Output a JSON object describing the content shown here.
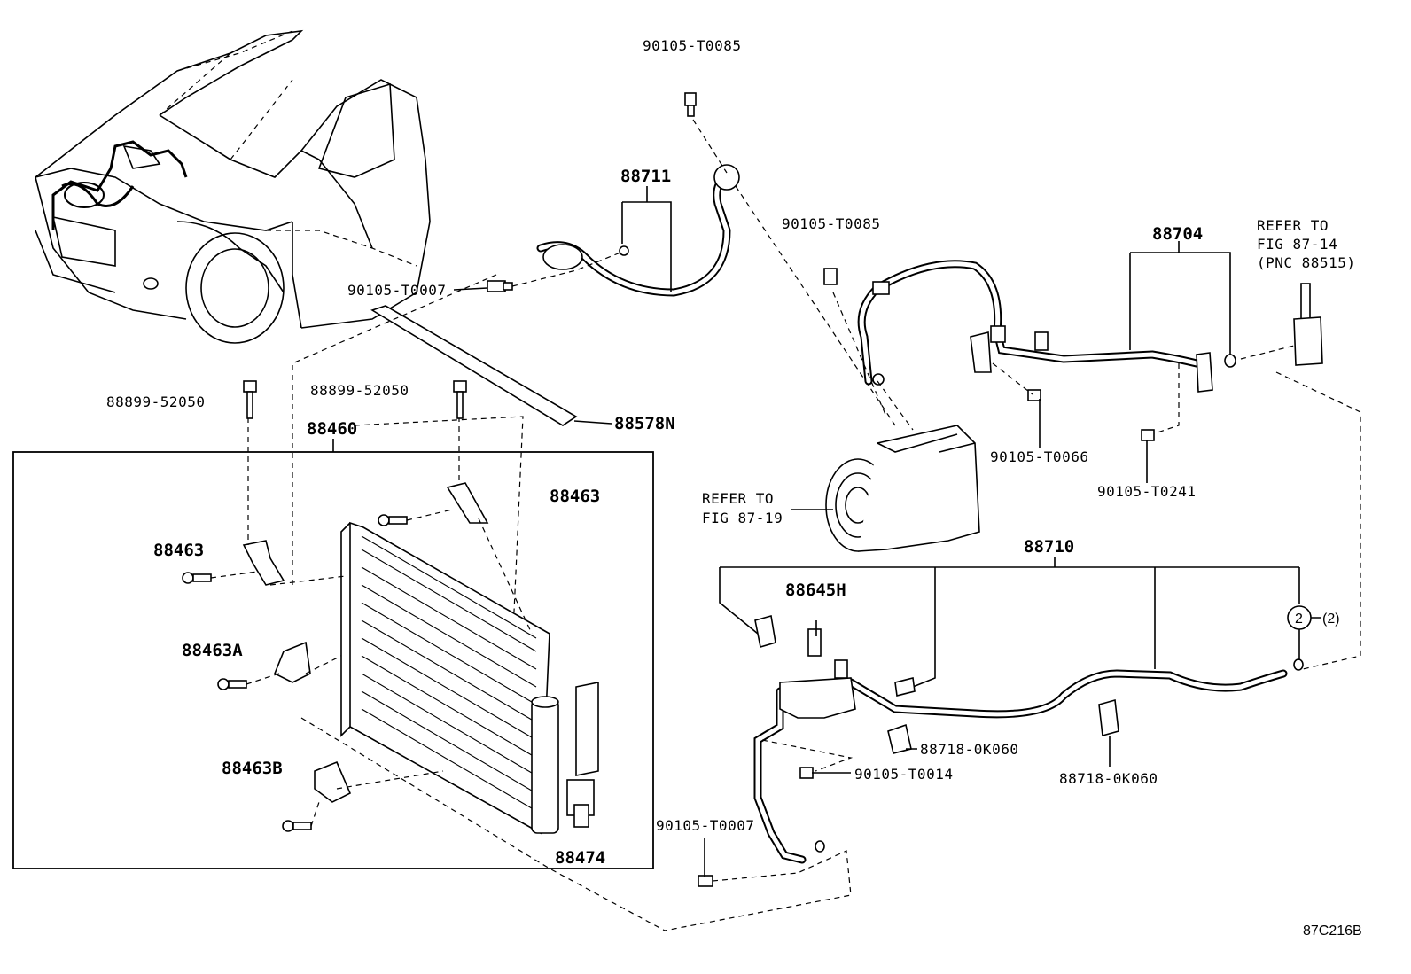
{
  "diagram_code": "87C216B",
  "labels": {
    "p90105_T0085_top": "90105-T0085",
    "p88711": "88711",
    "p90105_T0007_top": "90105-T0007",
    "p88899_52050_left": "88899-52050",
    "p88899_52050_mid": "88899-52050",
    "p88578N": "88578N",
    "p88460": "88460",
    "p88463_right": "88463",
    "p88463_left": "88463",
    "p88463A": "88463A",
    "p88463B": "88463B",
    "p88474": "88474",
    "p90105_T0085_mid": "90105-T0085",
    "p88704": "88704",
    "refer_to_1": "REFER TO",
    "fig_87_14": "FIG 87-14",
    "pnc_88515": "(PNC 88515)",
    "p90105_T0066": "90105-T0066",
    "p90105_T0241": "90105-T0241",
    "refer_to_2": "REFER TO",
    "fig_87_19": "FIG 87-19",
    "p88710": "88710",
    "p88645H": "88645H",
    "callout_2": "2",
    "callout_qty": "(2)",
    "p88718_0K060_a": "88718-0K060",
    "p88718_0K060_b": "88718-0K060",
    "p90105_T0014": "90105-T0014",
    "p90105_T0007_bottom": "90105-T0007"
  }
}
